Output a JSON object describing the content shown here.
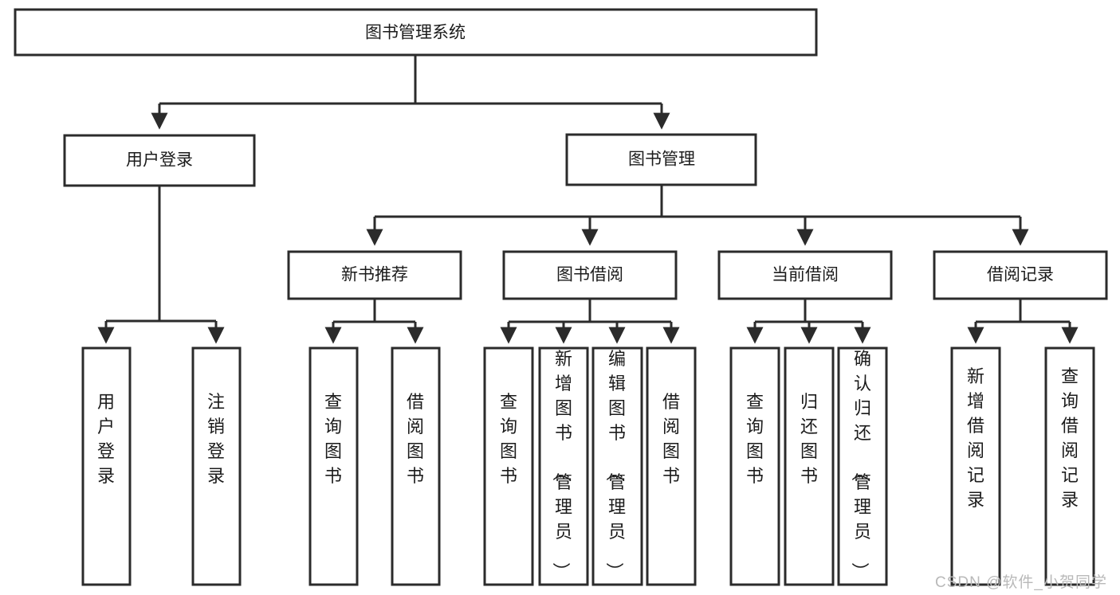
{
  "diagram": {
    "title": "图书管理系统",
    "type": "tree-hierarchy-diagram",
    "colors": {
      "box_stroke": "#2b2b2b",
      "box_fill": "#ffffff",
      "text": "#1b1b1b",
      "background": "#ffffff",
      "watermark": "#b9b9b9"
    },
    "root": {
      "label": "图书管理系统"
    },
    "level2": [
      {
        "label": "用户登录"
      },
      {
        "label": "图书管理"
      }
    ],
    "level3": [
      {
        "label": "新书推荐"
      },
      {
        "label": "图书借阅"
      },
      {
        "label": "当前借阅"
      },
      {
        "label": "借阅记录"
      }
    ],
    "leaves": {
      "user_login": [
        {
          "label": "用户登录"
        },
        {
          "label": "注销登录"
        }
      ],
      "new_book_recommend": [
        {
          "label": "查询图书"
        },
        {
          "label": "借阅图书"
        }
      ],
      "book_borrow": [
        {
          "label": "查询图书"
        },
        {
          "label": "新增图书（管理员）"
        },
        {
          "label": "编辑图书（管理员）"
        },
        {
          "label": "借阅图书"
        }
      ],
      "current_borrow": [
        {
          "label": "查询图书"
        },
        {
          "label": "归还图书"
        },
        {
          "label": "确认归还（管理员）"
        }
      ],
      "borrow_record": [
        {
          "label": "新增借阅记录"
        },
        {
          "label": "查询借阅记录"
        }
      ]
    }
  },
  "watermark": {
    "text": "CSDN @软件_小贺同学"
  }
}
